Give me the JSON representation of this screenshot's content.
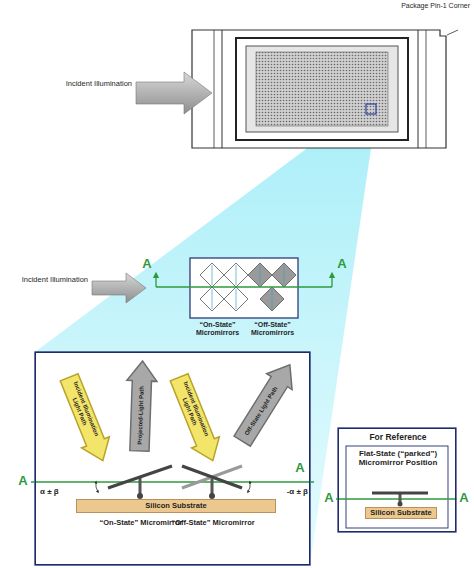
{
  "diagram": {
    "nodes": [
      {
        "text": [
          "“On-State” Micromirrors",
          "“Off-State” Micromirrors"
        ]
      },
      {
        "text": [
          "“On-State” Micromirror",
          "“Off-State” Micromirror"
        ]
      },
      {
        "text": [
          "Incident Illumination Light Path"
        ],
        "in": 1
      },
      {
        "text": [
          "Projected-Light Path"
        ],
        "in": 1
      },
      {
        "text": [
          "Incident Illumination Light Path"
        ],
        "in": 1
      },
      {
        "text": [
          "Off-State Light Path"
        ],
        "in": 1
      },
      {
        "text": [
          "Silicon Substrate"
        ],
        "in": 1
      },
      {
        "text": [
          "For Reference",
          "Flat-State (“parked”) Micromirror Position"
        ]
      },
      {
        "text": [
          "Silicon Substrate"
        ],
        "in": 7
      }
    ],
    "labels": [
      "Package Pin-1 Corner",
      "Incident Illumination",
      "A",
      "A",
      "Incident Illumination",
      "α ± β",
      "-α ± β",
      "A",
      "A",
      "A",
      "A"
    ]
  }
}
